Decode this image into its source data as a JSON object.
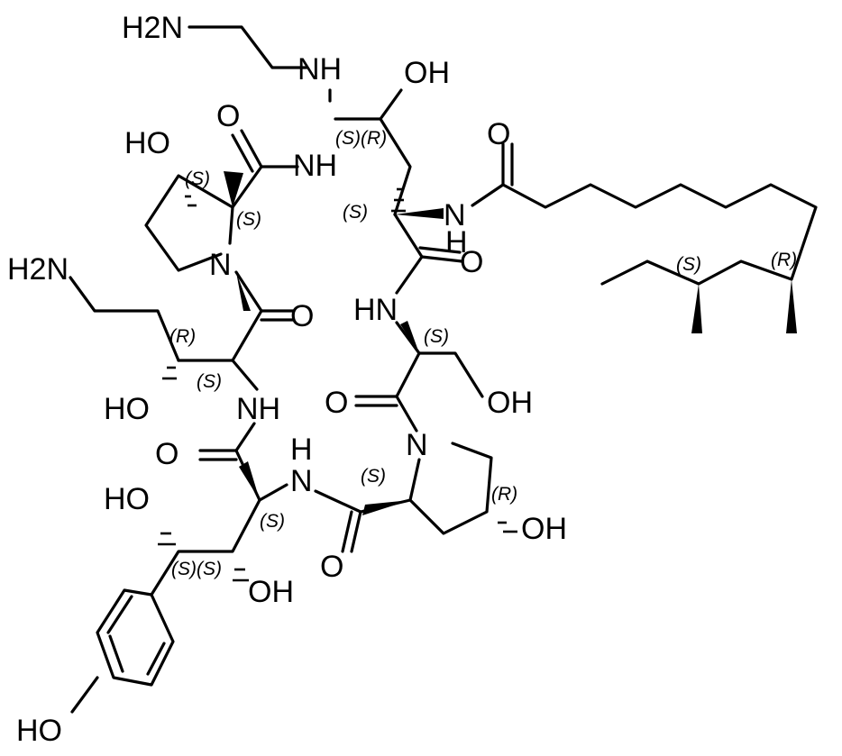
{
  "atoms": {
    "nh2_top": "H2N",
    "nh_top": "NH",
    "oh_top": "OH",
    "ho_pyr1": "HO",
    "nh_amide1": "NH",
    "n_pyr1": "N",
    "o_amide1": "O",
    "h2n_left": "H2N",
    "o_mid": "O",
    "ho_mid": "HO",
    "nh_mid": "NH",
    "o_left": "O",
    "h_nh_bottom": "H",
    "n_nh_bottom": "N",
    "ho_diol1": "HO",
    "oh_diol2": "OH",
    "o_pro2": "O",
    "n_pro2": "N",
    "oh_pro2": "OH",
    "o_ser": "O",
    "hn_ser": "HN",
    "oh_ser": "OH",
    "o_c5": "O",
    "n_acyl": "N",
    "h_acyl": "H",
    "o_acyl": "O",
    "ho_phenol": "HO"
  },
  "stereo": {
    "s_hydroxypro": "(S)",
    "s_pro_alpha": "(S)",
    "s_r_pair": "(S)(R)",
    "s_c5": "(S)",
    "r_amino": "(R)",
    "s_amino": "(S)",
    "s_ser": "(S)",
    "s_pro2": "(S)",
    "r_pro2": "(R)",
    "s_tyr": "(S)",
    "s_s_pair": "(S)(S)",
    "s_chain": "(S)",
    "r_chain": "(R)"
  }
}
